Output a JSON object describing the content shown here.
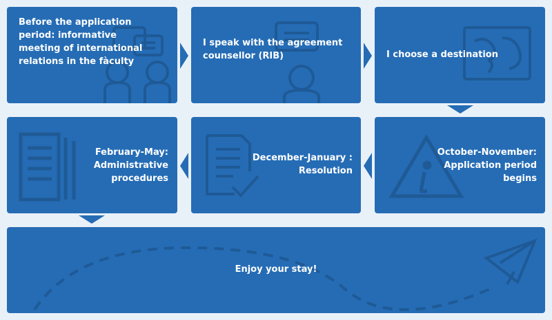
{
  "steps": [
    {
      "text": "Before the application period: informative meeting of international relations in the fàculty",
      "icon": "meeting-icon"
    },
    {
      "text": "I speak with the agreement counsellor (RIB)",
      "icon": "counsellor-icon"
    },
    {
      "text": "I choose a destination",
      "icon": "world-map-icon"
    },
    {
      "text": "October-November: Application period begins",
      "icon": "info-warning-icon"
    },
    {
      "text": "December-January : Resolution",
      "icon": "document-check-icon"
    },
    {
      "text": "February-May: Administrative procedures",
      "icon": "documents-icon"
    },
    {
      "text": "Enjoy your stay!",
      "icon": "paper-plane-icon"
    }
  ],
  "colors": {
    "background": "#e9f1f8",
    "box": "#256cb5",
    "icon": "#1f5a96"
  }
}
